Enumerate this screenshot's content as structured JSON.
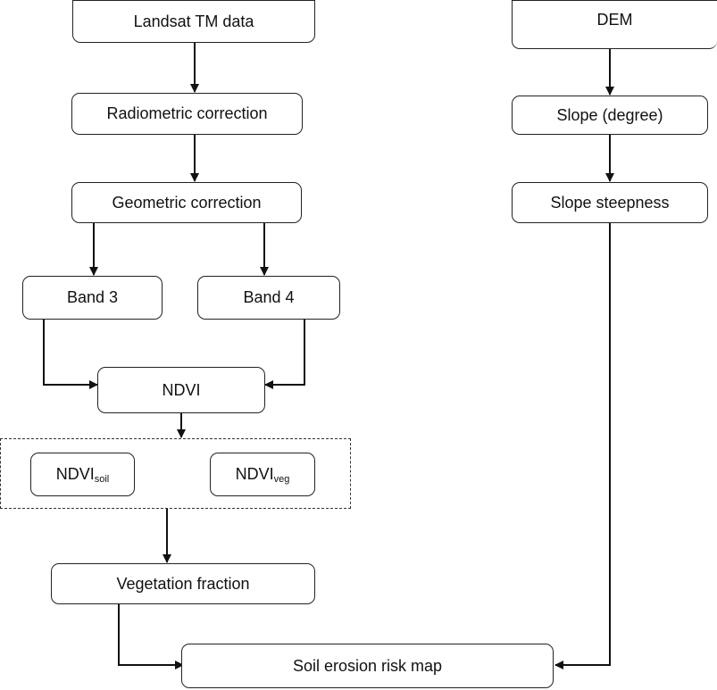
{
  "nodes": {
    "landsat": "Landsat TM data",
    "radiometric": "Radiometric correction",
    "geometric": "Geometric correction",
    "band3": "Band 3",
    "band4": "Band 4",
    "ndvi": "NDVI",
    "ndvi_soil": {
      "main": "NDVI",
      "sub": "soil"
    },
    "ndvi_veg": {
      "main": "NDVI",
      "sub": "veg"
    },
    "vegetation_fraction": "Vegetation fraction",
    "soil_erosion": "Soil erosion risk map",
    "dem": "DEM",
    "slope_degree": "Slope (degree)",
    "slope_steepness": "Slope steepness"
  }
}
